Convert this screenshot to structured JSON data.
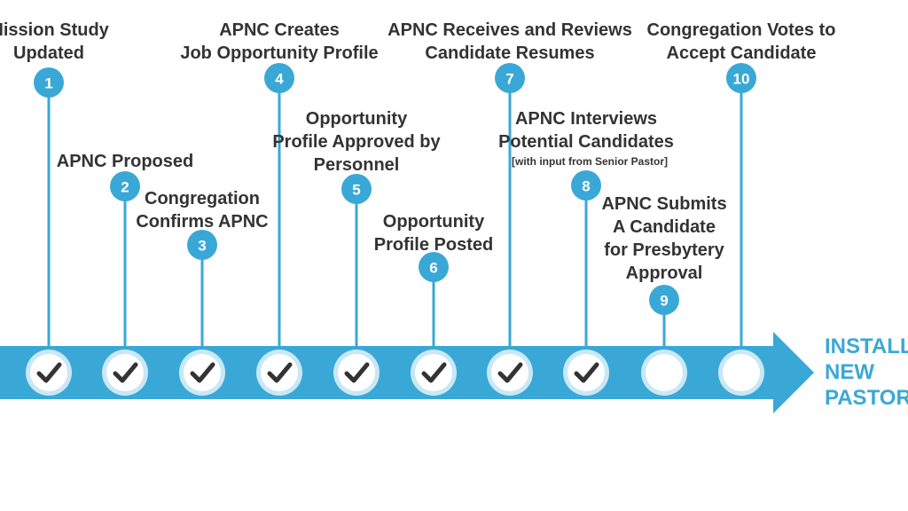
{
  "colors": {
    "accent": "#3aa8d6",
    "accent_light": "#c9e8f5",
    "text": "#333333",
    "check": "#333333"
  },
  "end_label": [
    "INSTALL",
    "NEW",
    "PASTOR"
  ],
  "steps": [
    {
      "number": "1",
      "label": [
        "Mission Study",
        "Updated"
      ],
      "sub": "",
      "completed": true
    },
    {
      "number": "2",
      "label": [
        "APNC Proposed"
      ],
      "sub": "",
      "completed": true
    },
    {
      "number": "3",
      "label": [
        "Congregation",
        "Confirms APNC"
      ],
      "sub": "",
      "completed": true
    },
    {
      "number": "4",
      "label": [
        "APNC Creates",
        "Job Opportunity Profile"
      ],
      "sub": "",
      "completed": true
    },
    {
      "number": "5",
      "label": [
        "Opportunity",
        "Profile Approved by",
        "Personnel"
      ],
      "sub": "",
      "completed": true
    },
    {
      "number": "6",
      "label": [
        "Opportunity",
        "Profile Posted"
      ],
      "sub": "",
      "completed": true
    },
    {
      "number": "7",
      "label": [
        "APNC Receives and Reviews",
        "Candidate Resumes"
      ],
      "sub": "",
      "completed": true
    },
    {
      "number": "8",
      "label": [
        "APNC Interviews",
        "Potential Candidates"
      ],
      "sub": "[with input from Senior Pastor]",
      "completed": true
    },
    {
      "number": "9",
      "label": [
        "APNC Submits",
        "A Candidate",
        "for Presbytery",
        "Approval"
      ],
      "sub": "",
      "completed": false
    },
    {
      "number": "10",
      "label": [
        "Congregation Votes to",
        "Accept Candidate"
      ],
      "sub": "",
      "completed": false
    }
  ]
}
